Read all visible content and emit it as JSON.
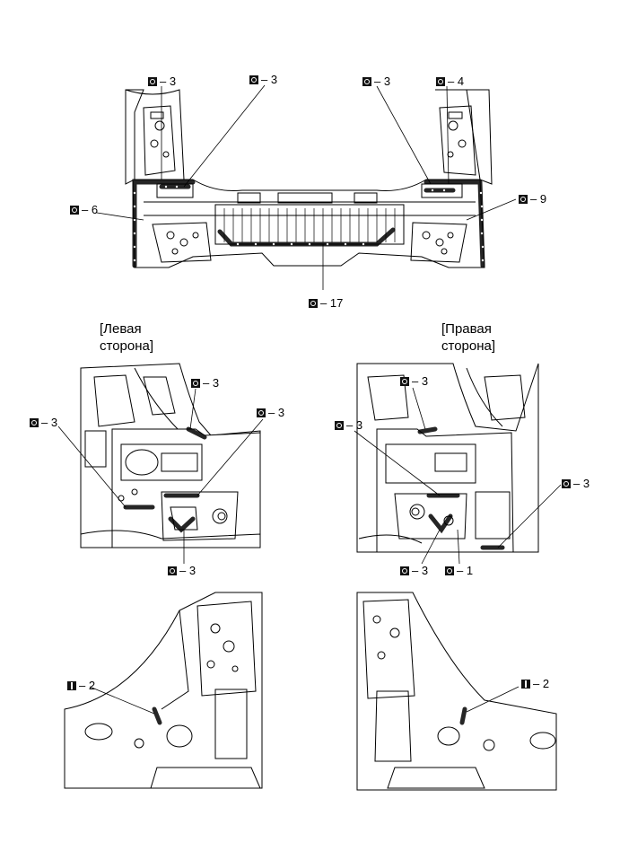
{
  "side_labels": {
    "left": {
      "line1": "[Левая",
      "line2": "сторона]"
    },
    "right": {
      "line1": "[Правая",
      "line2": "сторона]"
    }
  },
  "icons": {
    "spot": "spot-weld-icon",
    "bar": "bar-weld-icon"
  },
  "callouts": {
    "top": [
      {
        "name": "callout-top-1",
        "text": "– 3",
        "icon": "spot-weld-icon"
      },
      {
        "name": "callout-top-2",
        "text": "– 3",
        "icon": "spot-weld-icon"
      },
      {
        "name": "callout-top-3",
        "text": "– 3",
        "icon": "spot-weld-icon"
      },
      {
        "name": "callout-top-4",
        "text": "– 4",
        "icon": "spot-weld-icon"
      },
      {
        "name": "callout-top-5",
        "text": "– 6",
        "icon": "spot-weld-icon"
      },
      {
        "name": "callout-top-6",
        "text": "– 9",
        "icon": "spot-weld-icon"
      },
      {
        "name": "callout-top-7",
        "text": "– 17",
        "icon": "spot-weld-icon"
      }
    ],
    "left_mid": [
      {
        "name": "callout-left-1",
        "text": "– 3",
        "icon": "spot-weld-icon"
      },
      {
        "name": "callout-left-2",
        "text": "– 3",
        "icon": "spot-weld-icon"
      },
      {
        "name": "callout-left-3",
        "text": "– 3",
        "icon": "spot-weld-icon"
      },
      {
        "name": "callout-left-4",
        "text": "– 3",
        "icon": "spot-weld-icon"
      }
    ],
    "right_mid": [
      {
        "name": "callout-right-1",
        "text": "– 3",
        "icon": "spot-weld-icon"
      },
      {
        "name": "callout-right-2",
        "text": "– 3",
        "icon": "spot-weld-icon"
      },
      {
        "name": "callout-right-3",
        "text": "– 3",
        "icon": "spot-weld-icon"
      },
      {
        "name": "callout-right-4",
        "text": "– 3",
        "icon": "spot-weld-icon"
      },
      {
        "name": "callout-right-5",
        "text": "– 1",
        "icon": "spot-weld-icon"
      }
    ],
    "bottom": [
      {
        "name": "callout-bottom-left",
        "text": "– 2",
        "icon": "bar-weld-icon"
      },
      {
        "name": "callout-bottom-right",
        "text": "– 2",
        "icon": "bar-weld-icon"
      }
    ]
  }
}
